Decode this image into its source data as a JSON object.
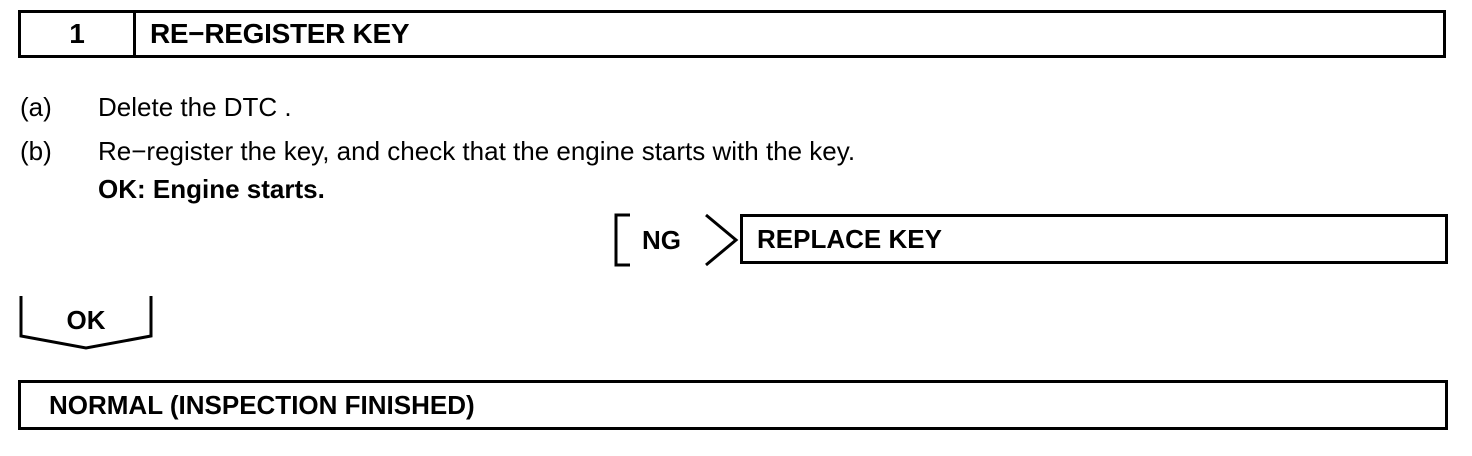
{
  "step": {
    "number": "1",
    "title": "RE−REGISTER KEY"
  },
  "instructions": [
    {
      "mark": "(a)",
      "text": "Delete the DTC ."
    },
    {
      "mark": "(b)",
      "text": "Re−register the key, and check that the engine starts with the key."
    }
  ],
  "criteria": "OK: Engine starts.",
  "ng_branch": {
    "label": "NG",
    "action": "REPLACE KEY"
  },
  "ok_branch": {
    "label": "OK"
  },
  "result": {
    "text": "NORMAL (INSPECTION FINISHED)"
  }
}
